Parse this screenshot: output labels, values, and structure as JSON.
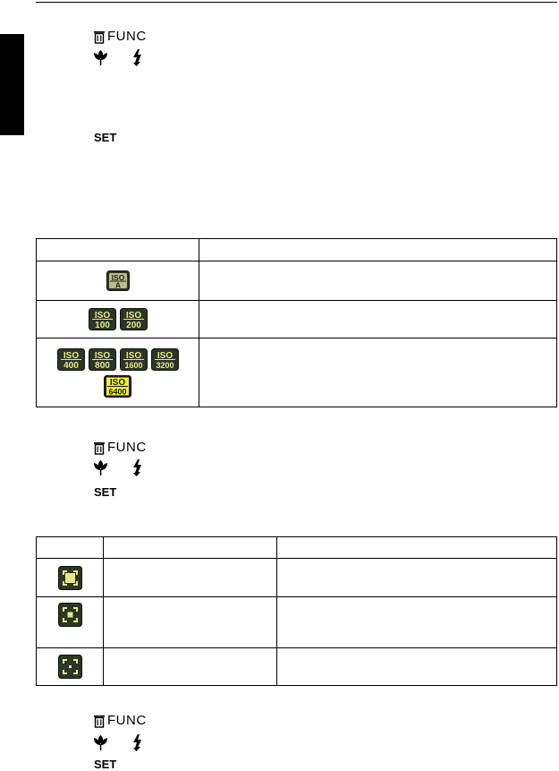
{
  "icons": {
    "trash": "trash-icon",
    "macro": "macro-flower-icon",
    "flash": "flash-bolt-icon",
    "iso_badge": "iso-badge-icon",
    "af_area": "af-frame-icon"
  },
  "labels": {
    "func": "FUNC",
    "set": "SET"
  },
  "iso_table": {
    "headers": [
      "",
      ""
    ],
    "rows": [
      {
        "badges": [
          "A"
        ],
        "description": ""
      },
      {
        "badges": [
          "100",
          "200"
        ],
        "description": ""
      },
      {
        "badges": [
          "400",
          "800",
          "1600",
          "3200",
          "6400"
        ],
        "description": ""
      }
    ]
  },
  "af_table": {
    "headers": [
      "",
      "",
      ""
    ],
    "rows": [
      {
        "frame": "wide",
        "name": "",
        "description": ""
      },
      {
        "frame": "center",
        "name": "",
        "description": ""
      },
      {
        "frame": "spot",
        "name": "",
        "description": ""
      }
    ]
  },
  "colors": {
    "badge_bg": "#2d3527",
    "badge_text": "#e6e88a",
    "badge_highlight": "#f2f23a"
  }
}
